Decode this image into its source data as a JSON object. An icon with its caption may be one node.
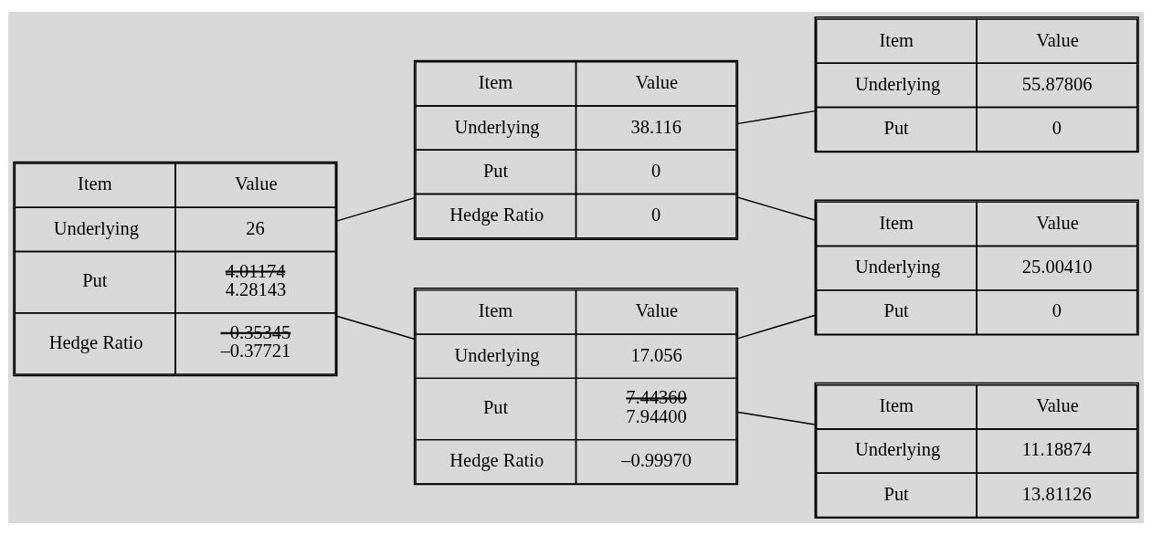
{
  "diagram": {
    "nodes": [
      {
        "text": [
          "Item",
          "Value",
          "Underlying",
          "26",
          "Put",
          "4.01174",
          "4.28143",
          "Hedge Ratio",
          "–0.35345",
          "–0.37721"
        ]
      },
      {
        "text": [
          "Item",
          "Value",
          "Underlying",
          "38.116",
          "Put",
          "0",
          "Hedge Ratio",
          "0"
        ]
      },
      {
        "text": [
          "Item",
          "Value",
          "Underlying",
          "17.056",
          "Put",
          "7.44360",
          "7.94400",
          "Hedge Ratio",
          "–0.99970"
        ]
      },
      {
        "text": [
          "Item",
          "Value",
          "Underlying",
          "55.87806",
          "Put",
          "0"
        ]
      },
      {
        "text": [
          "Item",
          "Value",
          "Underlying",
          "25.00410",
          "Put",
          "0"
        ]
      },
      {
        "text": [
          "Item",
          "Value",
          "Underlying",
          "11.18874",
          "Put",
          "13.81126"
        ]
      }
    ],
    "edges": [
      {
        "from": 0,
        "to": 1,
        "arrow": "none"
      },
      {
        "from": 0,
        "to": 2,
        "arrow": "none"
      },
      {
        "from": 1,
        "to": 3,
        "arrow": "none"
      },
      {
        "from": 1,
        "to": 4,
        "arrow": "none"
      },
      {
        "from": 2,
        "to": 4,
        "arrow": "none"
      },
      {
        "from": 2,
        "to": 5,
        "arrow": "none"
      }
    ]
  }
}
